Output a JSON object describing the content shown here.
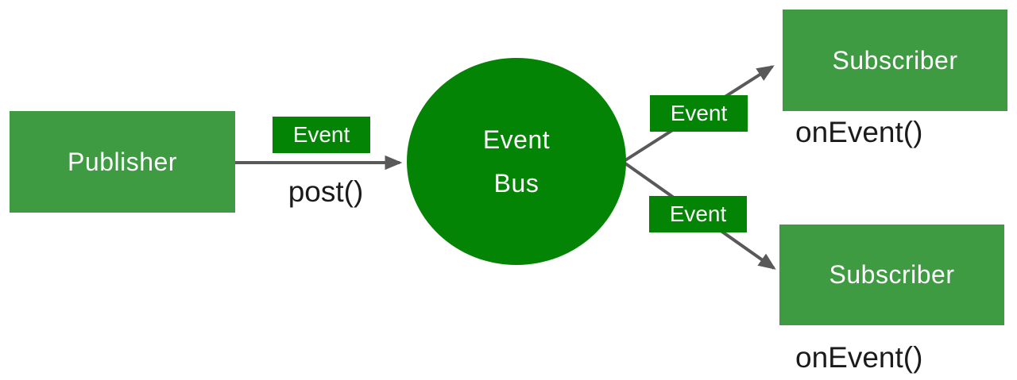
{
  "diagram": {
    "publisher": {
      "label": "Publisher",
      "event_tag": "Event",
      "method_label": "post()"
    },
    "event_bus": {
      "line1": "Event",
      "line2": "Bus"
    },
    "subscribers": [
      {
        "label": "Subscriber",
        "event_tag": "Event",
        "method_label": "onEvent()"
      },
      {
        "label": "Subscriber",
        "event_tag": "Event",
        "method_label": "onEvent()"
      }
    ],
    "colors": {
      "node_green": "#3e9b41",
      "bus_green": "#048404",
      "arrow_gray": "#595959",
      "label_text": "#ffffff",
      "method_text": "#1b1b1b",
      "background": "#ffffff"
    }
  }
}
